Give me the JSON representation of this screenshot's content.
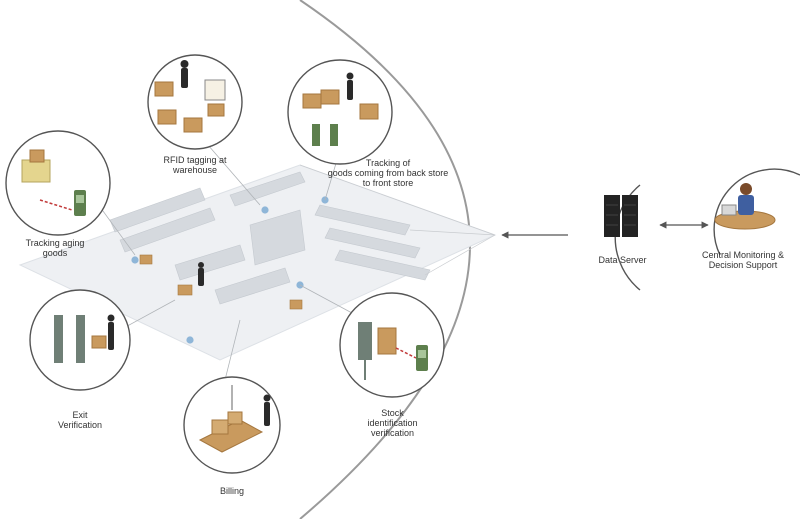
{
  "diagram": {
    "colors": {
      "arc": "#9a9a9a",
      "floor": "#eef0f3",
      "shelf": "#d5d9de",
      "box": "#c99a5e",
      "box_dark": "#a5773f",
      "person": "#2a2a2a",
      "scanner": "#5d7f4d",
      "server": "#232323",
      "link": "#555555"
    },
    "nodes": {
      "rfid_tagging": {
        "label": "RFID tagging at\nwarehouse",
        "icon": "rfid-tagging-icon"
      },
      "tracking_goods": {
        "label": "Tracking of\ngoods coming from back store\nto front store",
        "icon": "goods-tracking-icon"
      },
      "tracking_aging": {
        "label": "Tracking aging\ngoods",
        "icon": "aging-goods-icon"
      },
      "exit_verification": {
        "label": "Exit\nVerification",
        "icon": "exit-gate-icon"
      },
      "billing": {
        "label": "Billing",
        "icon": "billing-icon"
      },
      "stock_identification": {
        "label": "Stock\nidentification\nverification",
        "icon": "stock-scanner-icon"
      },
      "data_server": {
        "label": "Data Server",
        "icon": "server-rack-icon"
      },
      "central_monitoring": {
        "label": "Central Monitoring &\nDecision Support",
        "icon": "operator-desk-icon"
      }
    }
  }
}
